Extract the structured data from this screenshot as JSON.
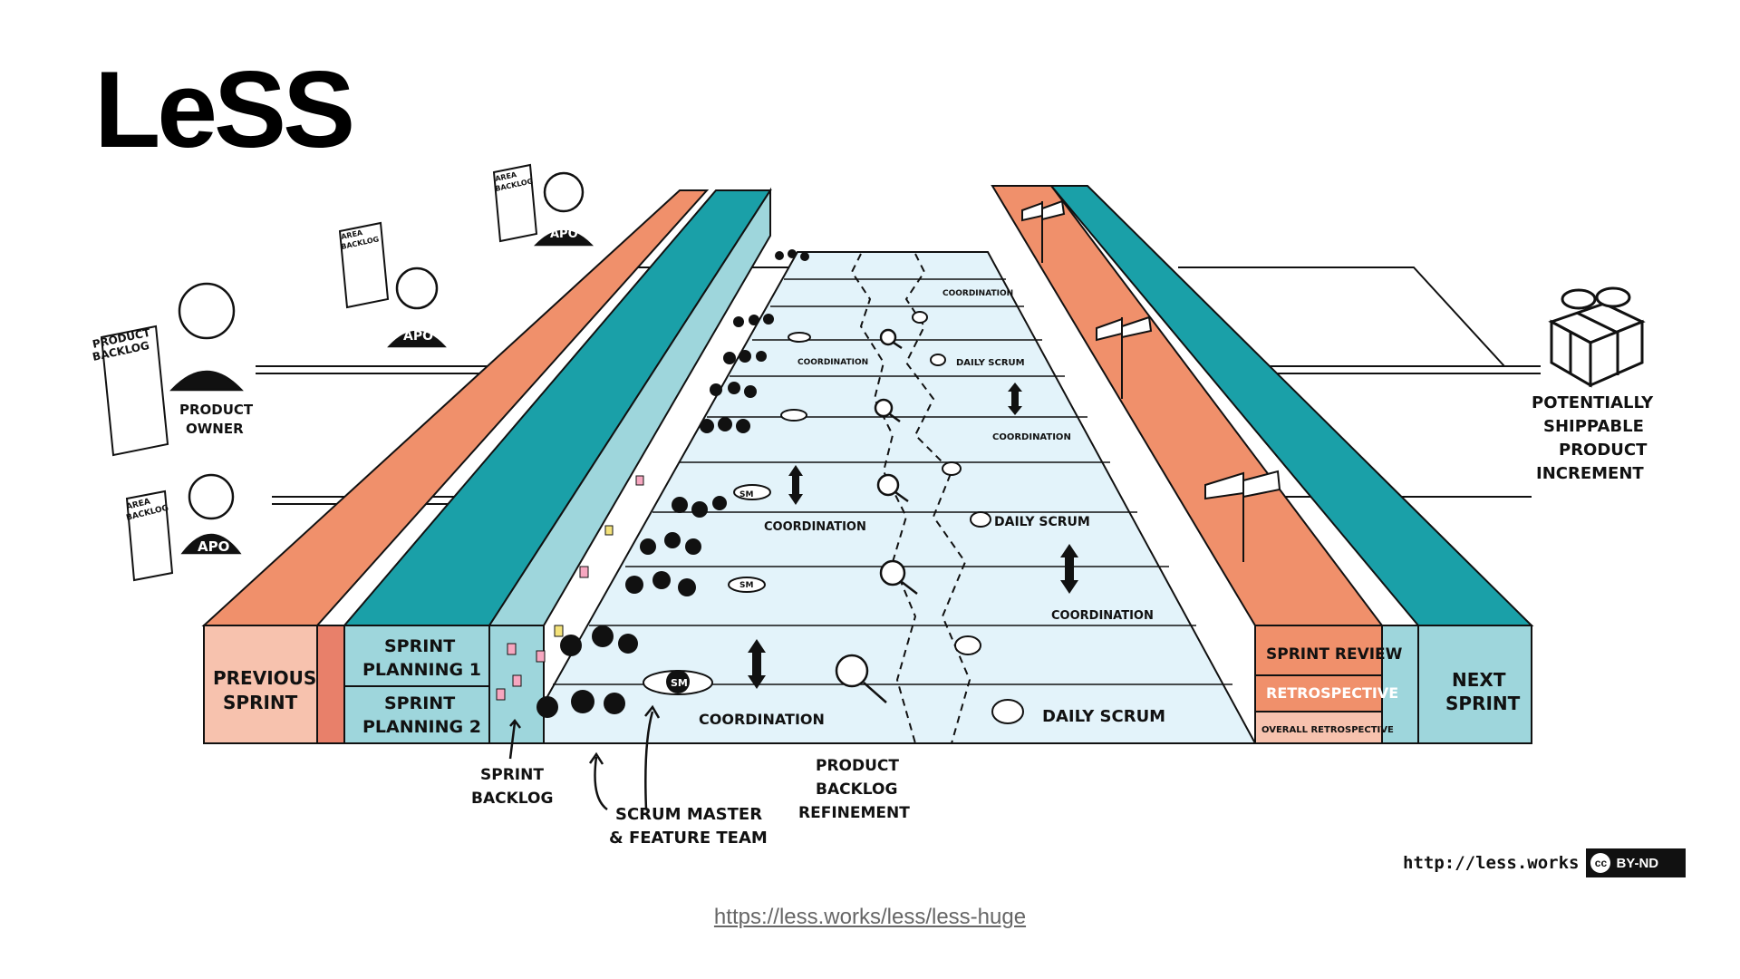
{
  "title": "LeSS",
  "labels": {
    "product_backlog": [
      "PRODUCT",
      "BACKLOG"
    ],
    "area_backlog": [
      "AREA",
      "BACKLOG"
    ],
    "product_owner": [
      "PRODUCT",
      "OWNER"
    ],
    "apo": "APO",
    "previous_sprint": [
      "PREVIOUS",
      "SPRINT"
    ],
    "sprint_planning_1": [
      "SPRINT",
      "PLANNING 1"
    ],
    "sprint_planning_2": [
      "SPRINT",
      "PLANNING 2"
    ],
    "coordination": "COORDINATION",
    "daily_scrum": "DAILY SCRUM",
    "sm": "SM",
    "sprint_review": "SPRINT REVIEW",
    "retrospective": "RETROSPECTIVE",
    "overall_retrospective": "OVERALL RETROSPECTIVE",
    "next_sprint": [
      "NEXT",
      "SPRINT"
    ],
    "potentially_shippable": [
      "POTENTIALLY",
      "SHIPPABLE",
      "PRODUCT",
      "INCREMENT"
    ],
    "sprint_backlog": [
      "SPRINT",
      "BACKLOG"
    ],
    "scrum_master_team": [
      "SCRUM MASTER",
      "& FEATURE TEAM"
    ],
    "pbr": [
      "PRODUCT",
      "BACKLOG",
      "REFINEMENT"
    ]
  },
  "credit": {
    "url": "http://less.works",
    "cc": "cc",
    "license": "BY-ND"
  },
  "footer_link": "https://less.works/less/less-huge",
  "colors": {
    "salmon": "#F0906B",
    "salmon_light": "#F7C2AE",
    "teal": "#1AA0A8",
    "teal_light": "#9ED6DC",
    "floor": "#E3F3FA",
    "ink": "#111111"
  }
}
